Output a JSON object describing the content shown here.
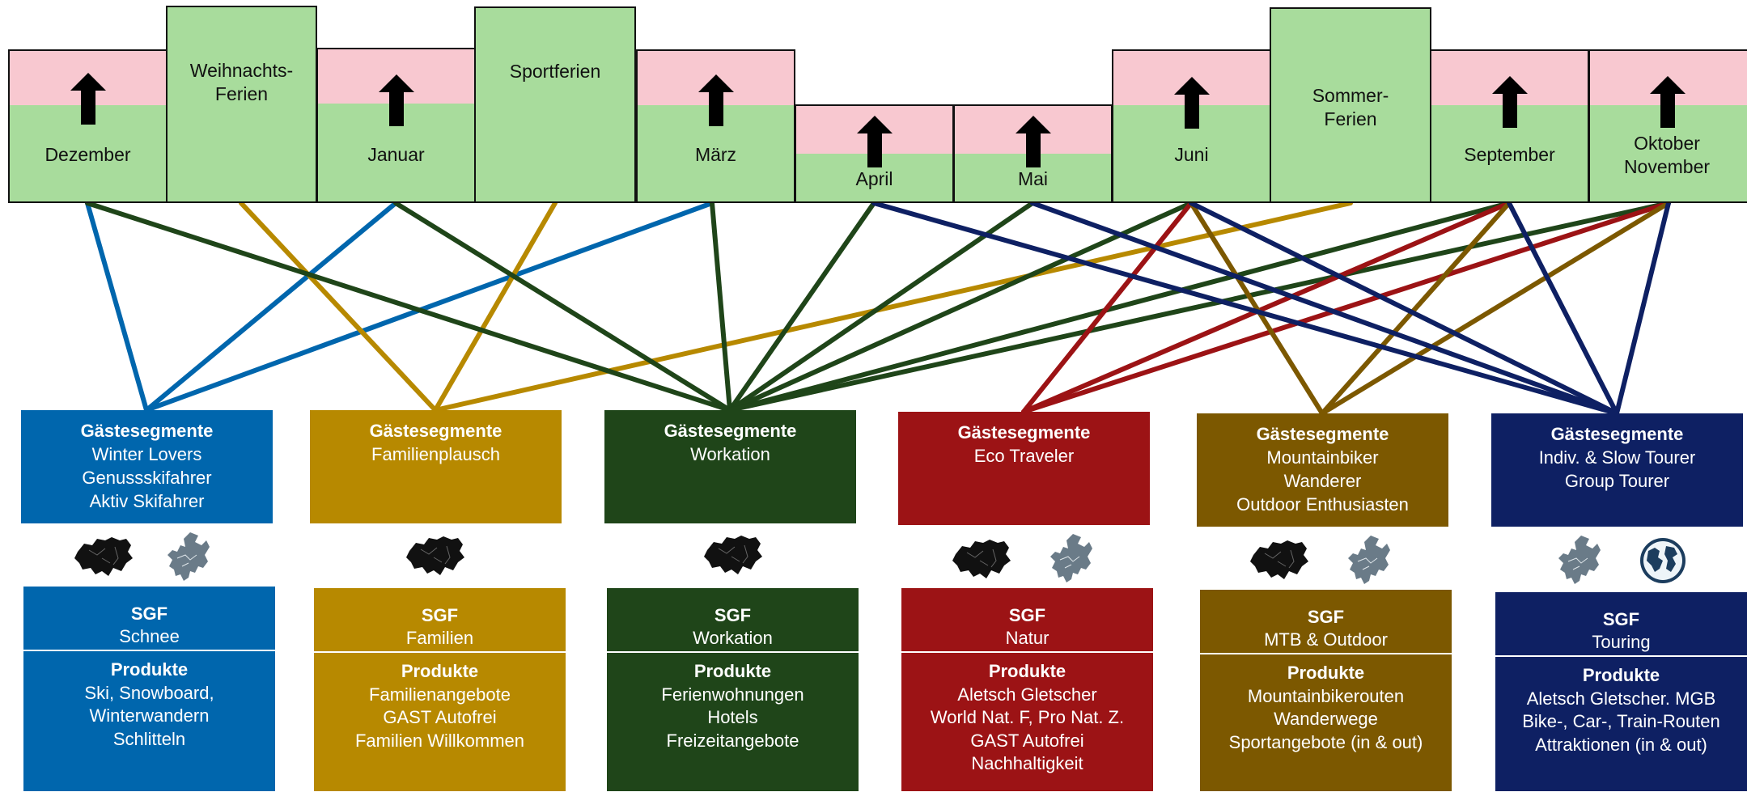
{
  "colors": {
    "blue": "#0066ad",
    "gold": "#b78900",
    "darkgreen": "#1f4519",
    "red": "#9c1315",
    "brown": "#7c5800",
    "navy": "#0e2063",
    "pink": "#f8c8d0",
    "lightgreen": "#a8dc9c"
  },
  "months": [
    {
      "id": "dezember",
      "lines": [
        "Dezember"
      ]
    },
    {
      "id": "januar",
      "lines": [
        "Januar"
      ]
    },
    {
      "id": "maerz",
      "lines": [
        "März"
      ]
    },
    {
      "id": "april",
      "lines": [
        "April"
      ]
    },
    {
      "id": "mai",
      "lines": [
        "Mai"
      ]
    },
    {
      "id": "juni",
      "lines": [
        "Juni"
      ]
    },
    {
      "id": "september",
      "lines": [
        "September"
      ]
    },
    {
      "id": "oktober-november",
      "lines": [
        "Oktober",
        "November"
      ]
    }
  ],
  "holidays": [
    {
      "id": "weihnachtsferien",
      "lines": [
        "Weihnachts-",
        "Ferien"
      ]
    },
    {
      "id": "sportferien",
      "lines": [
        "Sportferien"
      ]
    },
    {
      "id": "sommerferien",
      "lines": [
        "Sommer-",
        "Ferien"
      ]
    }
  ],
  "segments": [
    {
      "id": "winter",
      "color": "blue",
      "head": "Gästesegmente",
      "items": [
        "Winter Lovers",
        "Genussskifahrer",
        "Aktiv Skifahrer"
      ]
    },
    {
      "id": "familien",
      "color": "gold",
      "head": "Gästesegmente",
      "items": [
        "Familienplausch"
      ]
    },
    {
      "id": "workation",
      "color": "darkgreen",
      "head": "Gästesegmente",
      "items": [
        "Workation"
      ]
    },
    {
      "id": "eco",
      "color": "red",
      "head": "Gästesegmente",
      "items": [
        "Eco Traveler"
      ]
    },
    {
      "id": "outdoor",
      "color": "brown",
      "head": "Gästesegmente",
      "items": [
        "Mountainbiker",
        "Wanderer",
        "Outdoor Enthusiasten"
      ]
    },
    {
      "id": "touring",
      "color": "navy",
      "head": "Gästesegmente",
      "items": [
        "Indiv. & Slow Tourer",
        "Group Tourer"
      ]
    }
  ],
  "markets": [
    {
      "segment": "winter",
      "icons": [
        "switzerland-map-icon",
        "europe-map-icon"
      ]
    },
    {
      "segment": "familien",
      "icons": [
        "switzerland-map-icon"
      ]
    },
    {
      "segment": "workation",
      "icons": [
        "switzerland-map-icon"
      ]
    },
    {
      "segment": "eco",
      "icons": [
        "switzerland-map-icon",
        "europe-map-icon"
      ]
    },
    {
      "segment": "outdoor",
      "icons": [
        "switzerland-map-icon",
        "europe-map-icon"
      ]
    },
    {
      "segment": "touring",
      "icons": [
        "europe-map-icon",
        "globe-icon"
      ]
    }
  ],
  "sgf": [
    {
      "id": "schnee",
      "color": "blue",
      "head": "SGF",
      "name": "Schnee",
      "products_head": "Produkte",
      "products": [
        "Ski, Snowboard,",
        "Winterwandern",
        "Schlitteln"
      ]
    },
    {
      "id": "familien",
      "color": "gold",
      "head": "SGF",
      "name": "Familien",
      "products_head": "Produkte",
      "products": [
        "Familienangebote",
        "GAST Autofrei",
        "Familien Willkommen"
      ]
    },
    {
      "id": "workation",
      "color": "darkgreen",
      "head": "SGF",
      "name": "Workation",
      "products_head": "Produkte",
      "products": [
        "Ferienwohnungen",
        "Hotels",
        "Freizeitangebote"
      ]
    },
    {
      "id": "natur",
      "color": "red",
      "head": "SGF",
      "name": "Natur",
      "products_head": "Produkte",
      "products": [
        "Aletsch Gletscher",
        "World Nat. F, Pro Nat. Z.",
        "GAST Autofrei",
        "Nachhaltigkeit"
      ]
    },
    {
      "id": "mtb",
      "color": "brown",
      "head": "SGF",
      "name": "MTB & Outdoor",
      "products_head": "Produkte",
      "products": [
        "Mountainbikerouten",
        "Wanderwege",
        "Sportangebote (in & out)"
      ]
    },
    {
      "id": "touring",
      "color": "navy",
      "head": "SGF",
      "name": "Touring",
      "products_head": "Produkte",
      "products": [
        "Aletsch Gletscher. MGB",
        "Bike-, Car-, Train-Routen",
        "Attraktionen (in & out)"
      ]
    }
  ],
  "connections": [
    {
      "from": "dezember",
      "to": "winter",
      "color": "blue"
    },
    {
      "from": "januar",
      "to": "winter",
      "color": "blue"
    },
    {
      "from": "maerz",
      "to": "winter",
      "color": "blue"
    },
    {
      "from": "weihnachtsferien",
      "to": "familien",
      "color": "gold"
    },
    {
      "from": "sportferien",
      "to": "familien",
      "color": "gold"
    },
    {
      "from": "sommerferien",
      "to": "familien",
      "color": "gold"
    },
    {
      "from": "dezember",
      "to": "workation",
      "color": "darkgreen"
    },
    {
      "from": "januar",
      "to": "workation",
      "color": "darkgreen"
    },
    {
      "from": "maerz",
      "to": "workation",
      "color": "darkgreen"
    },
    {
      "from": "april",
      "to": "workation",
      "color": "darkgreen"
    },
    {
      "from": "mai",
      "to": "workation",
      "color": "darkgreen"
    },
    {
      "from": "juni",
      "to": "workation",
      "color": "darkgreen"
    },
    {
      "from": "september",
      "to": "workation",
      "color": "darkgreen"
    },
    {
      "from": "oktober-november",
      "to": "workation",
      "color": "darkgreen"
    },
    {
      "from": "juni",
      "to": "eco",
      "color": "red"
    },
    {
      "from": "september",
      "to": "eco",
      "color": "red"
    },
    {
      "from": "oktober-november",
      "to": "eco",
      "color": "red"
    },
    {
      "from": "juni",
      "to": "outdoor",
      "color": "brown"
    },
    {
      "from": "september",
      "to": "outdoor",
      "color": "brown"
    },
    {
      "from": "oktober-november",
      "to": "outdoor",
      "color": "brown"
    },
    {
      "from": "april",
      "to": "touring",
      "color": "navy"
    },
    {
      "from": "mai",
      "to": "touring",
      "color": "navy"
    },
    {
      "from": "juni",
      "to": "touring",
      "color": "navy"
    },
    {
      "from": "september",
      "to": "touring",
      "color": "navy"
    },
    {
      "from": "oktober-november",
      "to": "touring",
      "color": "navy"
    }
  ]
}
